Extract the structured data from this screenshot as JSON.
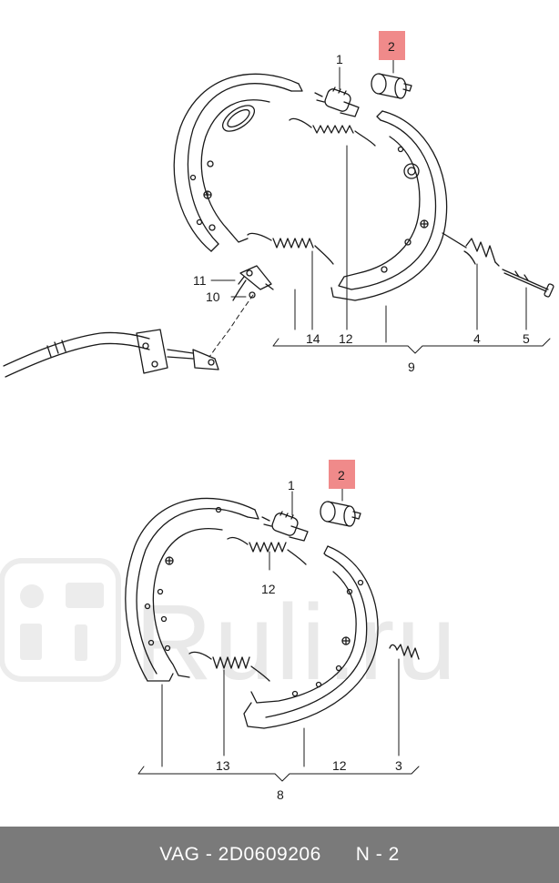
{
  "footer": {
    "brand": "VAG",
    "separator": " - ",
    "part_number": "2D0609206",
    "note": "N - 2"
  },
  "watermark": {
    "text": "Ruli.ru"
  },
  "colors": {
    "highlight": "#f08a8a",
    "line": "#1a1a1a",
    "footer_bg": "#7a7a7a"
  },
  "top_assembly": {
    "labels": {
      "p1": "1",
      "p2": "2",
      "p11": "11",
      "p10": "10",
      "p14": "14",
      "p12": "12",
      "p4": "4",
      "p5": "5",
      "p9": "9"
    }
  },
  "bottom_assembly": {
    "labels": {
      "p1": "1",
      "p2": "2",
      "p12a": "12",
      "p13": "13",
      "p12b": "12",
      "p3": "3",
      "p8": "8"
    }
  }
}
